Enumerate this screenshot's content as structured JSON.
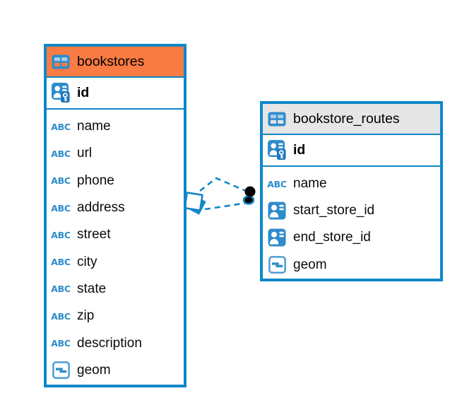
{
  "diagram": {
    "tables": [
      {
        "name": "bookstores",
        "header_color": "#FA7B43",
        "pk": {
          "name": "id",
          "icon": "primary-key-icon"
        },
        "columns": [
          {
            "name": "name",
            "icon": "text-icon"
          },
          {
            "name": "url",
            "icon": "text-icon"
          },
          {
            "name": "phone",
            "icon": "text-icon"
          },
          {
            "name": "address",
            "icon": "text-icon"
          },
          {
            "name": "street",
            "icon": "text-icon"
          },
          {
            "name": "city",
            "icon": "text-icon"
          },
          {
            "name": "state",
            "icon": "text-icon"
          },
          {
            "name": "zip",
            "icon": "text-icon"
          },
          {
            "name": "description",
            "icon": "text-icon"
          },
          {
            "name": "geom",
            "icon": "geometry-icon"
          }
        ]
      },
      {
        "name": "bookstore_routes",
        "header_color": "#E6E6E6",
        "pk": {
          "name": "id",
          "icon": "primary-key-icon"
        },
        "columns": [
          {
            "name": "name",
            "icon": "text-icon"
          },
          {
            "name": "start_store_id",
            "icon": "foreign-key-icon"
          },
          {
            "name": "end_store_id",
            "icon": "foreign-key-icon"
          },
          {
            "name": "geom",
            "icon": "geometry-icon"
          }
        ]
      }
    ],
    "relationships": [
      {
        "from": "bookstores",
        "to": "bookstore_routes",
        "line_style": "dashed",
        "from_marker": "stacked-squares",
        "to_marker": "black-dot"
      },
      {
        "from": "bookstores",
        "to": "bookstore_routes",
        "line_style": "dashed",
        "from_marker": "stacked-squares",
        "to_marker": "black-dot"
      }
    ],
    "colors": {
      "accent_blue": "#0F87C8",
      "line_blue": "#1287C9",
      "icon_blue": "#2F8CCB",
      "icon_light_blue": "#A9D0EC",
      "header_orange": "#FA7B43",
      "header_gray": "#E6E6E6",
      "text": "#000000",
      "background": "#FFFFFF"
    },
    "text_icon_label": "ABC"
  }
}
